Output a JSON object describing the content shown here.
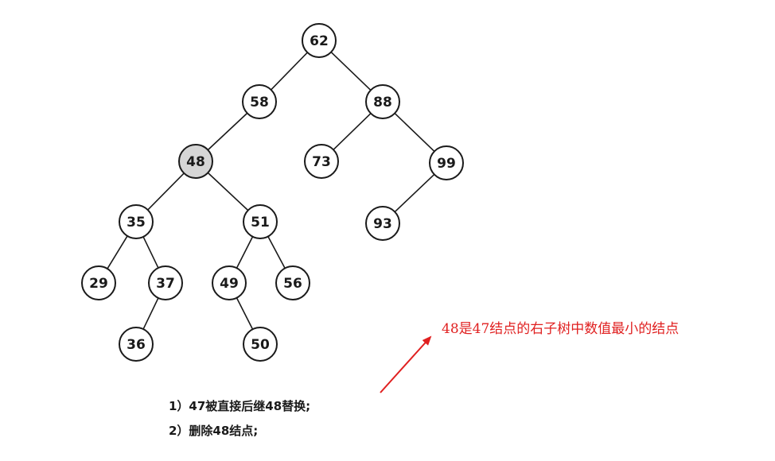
{
  "tree": {
    "nodes": [
      {
        "id": "62",
        "label": "62",
        "highlight": false
      },
      {
        "id": "58",
        "label": "58",
        "highlight": false
      },
      {
        "id": "88",
        "label": "88",
        "highlight": false
      },
      {
        "id": "48",
        "label": "48",
        "highlight": true
      },
      {
        "id": "73",
        "label": "73",
        "highlight": false
      },
      {
        "id": "99",
        "label": "99",
        "highlight": false
      },
      {
        "id": "35",
        "label": "35",
        "highlight": false
      },
      {
        "id": "51",
        "label": "51",
        "highlight": false
      },
      {
        "id": "93",
        "label": "93",
        "highlight": false
      },
      {
        "id": "29",
        "label": "29",
        "highlight": false
      },
      {
        "id": "37",
        "label": "37",
        "highlight": false
      },
      {
        "id": "49",
        "label": "49",
        "highlight": false
      },
      {
        "id": "56",
        "label": "56",
        "highlight": false
      },
      {
        "id": "36",
        "label": "36",
        "highlight": false
      },
      {
        "id": "50",
        "label": "50",
        "highlight": false
      }
    ],
    "edges": [
      [
        "62",
        "58"
      ],
      [
        "62",
        "88"
      ],
      [
        "58",
        "48"
      ],
      [
        "88",
        "73"
      ],
      [
        "88",
        "99"
      ],
      [
        "48",
        "35"
      ],
      [
        "48",
        "51"
      ],
      [
        "99",
        "93"
      ],
      [
        "35",
        "29"
      ],
      [
        "35",
        "37"
      ],
      [
        "51",
        "49"
      ],
      [
        "51",
        "56"
      ],
      [
        "37",
        "36"
      ],
      [
        "49",
        "50"
      ]
    ]
  },
  "annotation": {
    "text": "48是47结点的右子树中数值最小的结点",
    "color": "#e02020"
  },
  "steps": [
    "1）47被直接后继48替换;",
    "2）删除48结点;"
  ]
}
